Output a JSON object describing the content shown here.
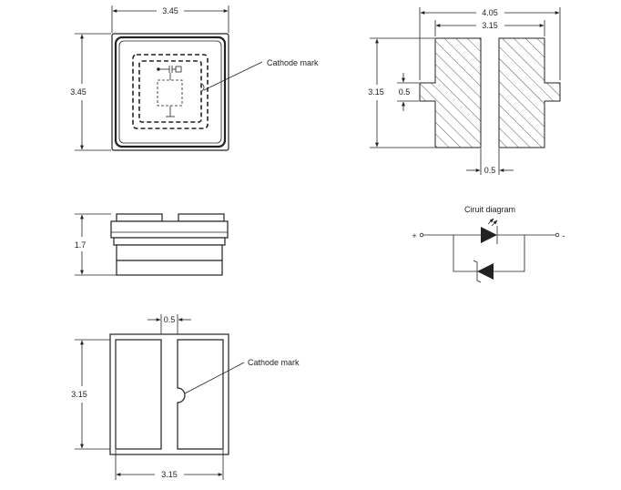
{
  "top_view": {
    "width_label": "3.45",
    "height_label": "3.45",
    "cathode_label": "Cathode mark"
  },
  "pad_layout": {
    "total_width_label": "4.05",
    "inner_width_label": "3.15",
    "height_label": "3.15",
    "tab_label": "0.5",
    "gap_label": "0.5"
  },
  "side_view": {
    "height_label": "1.7"
  },
  "bottom_view": {
    "gap_label": "0.5",
    "height_label": "3.15",
    "width_label": "3.15",
    "cathode_label": "Cathode mark"
  },
  "circuit": {
    "title": "Ciruit diagram",
    "plus_label": "+",
    "minus_label": "-"
  }
}
